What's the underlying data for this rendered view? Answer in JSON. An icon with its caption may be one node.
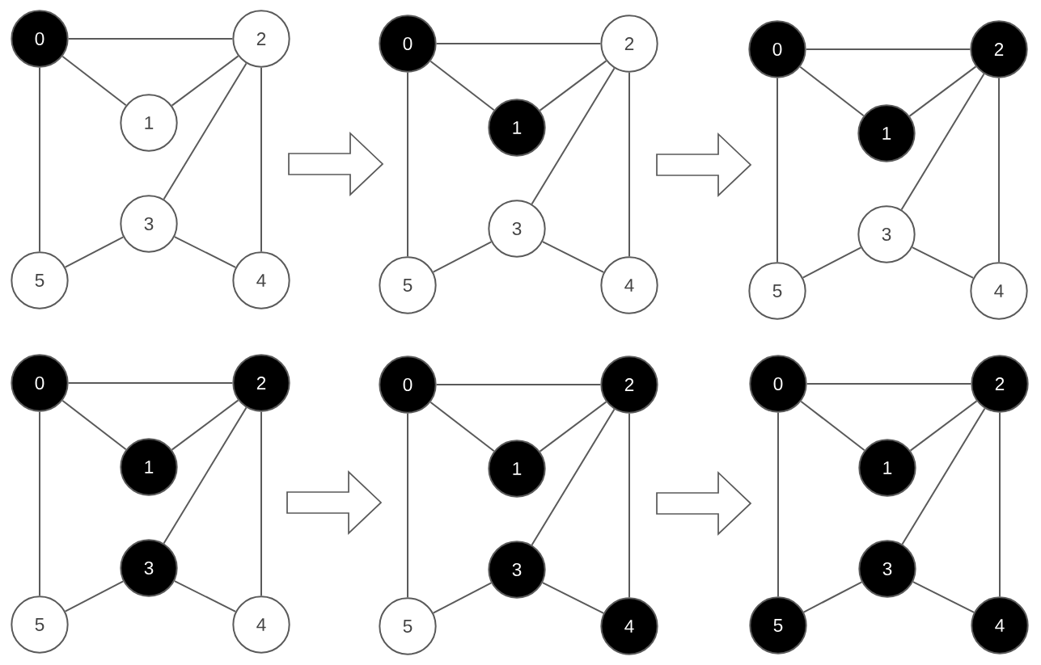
{
  "diagram": {
    "nodes": [
      {
        "text": [
          "0"
        ]
      },
      {
        "text": [
          "2"
        ]
      },
      {
        "text": [
          "1"
        ]
      },
      {
        "text": [
          "3"
        ]
      },
      {
        "text": [
          "5"
        ]
      },
      {
        "text": [
          "4"
        ]
      },
      {
        "text": [
          "0"
        ]
      },
      {
        "text": [
          "2"
        ]
      },
      {
        "text": [
          "1"
        ]
      },
      {
        "text": [
          "3"
        ]
      },
      {
        "text": [
          "5"
        ]
      },
      {
        "text": [
          "4"
        ]
      },
      {
        "text": [
          "0"
        ]
      },
      {
        "text": [
          "2"
        ]
      },
      {
        "text": [
          "1"
        ]
      },
      {
        "text": [
          "3"
        ]
      },
      {
        "text": [
          "5"
        ]
      },
      {
        "text": [
          "4"
        ]
      },
      {
        "text": [
          "0"
        ]
      },
      {
        "text": [
          "2"
        ]
      },
      {
        "text": [
          "1"
        ]
      },
      {
        "text": [
          "3"
        ]
      },
      {
        "text": [
          "5"
        ]
      },
      {
        "text": [
          "4"
        ]
      },
      {
        "text": [
          "0"
        ]
      },
      {
        "text": [
          "2"
        ]
      },
      {
        "text": [
          "1"
        ]
      },
      {
        "text": [
          "3"
        ]
      },
      {
        "text": [
          "5"
        ]
      },
      {
        "text": [
          "4"
        ]
      },
      {
        "text": [
          "0"
        ]
      },
      {
        "text": [
          "2"
        ]
      },
      {
        "text": [
          "1"
        ]
      },
      {
        "text": [
          "3"
        ]
      },
      {
        "text": [
          "5"
        ]
      },
      {
        "text": [
          "4"
        ]
      }
    ],
    "edges": [
      {
        "from": 0,
        "to": 1,
        "arrow": "none"
      },
      {
        "from": 0,
        "to": 2,
        "arrow": "none"
      },
      {
        "from": 2,
        "to": 1,
        "arrow": "none"
      },
      {
        "from": 0,
        "to": 4,
        "arrow": "none"
      },
      {
        "from": 1,
        "to": 3,
        "arrow": "none"
      },
      {
        "from": 1,
        "to": 5,
        "arrow": "none"
      },
      {
        "from": 3,
        "to": 4,
        "arrow": "none"
      },
      {
        "from": 3,
        "to": 5,
        "arrow": "none"
      },
      {
        "from": 6,
        "to": 7,
        "arrow": "none"
      },
      {
        "from": 6,
        "to": 8,
        "arrow": "none"
      },
      {
        "from": 8,
        "to": 7,
        "arrow": "none"
      },
      {
        "from": 6,
        "to": 10,
        "arrow": "none"
      },
      {
        "from": 7,
        "to": 9,
        "arrow": "none"
      },
      {
        "from": 7,
        "to": 11,
        "arrow": "none"
      },
      {
        "from": 9,
        "to": 10,
        "arrow": "none"
      },
      {
        "from": 9,
        "to": 11,
        "arrow": "none"
      },
      {
        "from": 12,
        "to": 13,
        "arrow": "none"
      },
      {
        "from": 12,
        "to": 14,
        "arrow": "none"
      },
      {
        "from": 14,
        "to": 13,
        "arrow": "none"
      },
      {
        "from": 12,
        "to": 16,
        "arrow": "none"
      },
      {
        "from": 13,
        "to": 15,
        "arrow": "none"
      },
      {
        "from": 13,
        "to": 17,
        "arrow": "none"
      },
      {
        "from": 15,
        "to": 16,
        "arrow": "none"
      },
      {
        "from": 15,
        "to": 17,
        "arrow": "none"
      },
      {
        "from": 18,
        "to": 19,
        "arrow": "none"
      },
      {
        "from": 18,
        "to": 20,
        "arrow": "none"
      },
      {
        "from": 20,
        "to": 19,
        "arrow": "none"
      },
      {
        "from": 18,
        "to": 22,
        "arrow": "none"
      },
      {
        "from": 19,
        "to": 21,
        "arrow": "none"
      },
      {
        "from": 19,
        "to": 23,
        "arrow": "none"
      },
      {
        "from": 21,
        "to": 22,
        "arrow": "none"
      },
      {
        "from": 21,
        "to": 23,
        "arrow": "none"
      },
      {
        "from": 24,
        "to": 25,
        "arrow": "none"
      },
      {
        "from": 24,
        "to": 26,
        "arrow": "none"
      },
      {
        "from": 26,
        "to": 25,
        "arrow": "none"
      },
      {
        "from": 24,
        "to": 28,
        "arrow": "none"
      },
      {
        "from": 25,
        "to": 27,
        "arrow": "none"
      },
      {
        "from": 25,
        "to": 29,
        "arrow": "none"
      },
      {
        "from": 27,
        "to": 28,
        "arrow": "none"
      },
      {
        "from": 27,
        "to": 29,
        "arrow": "none"
      },
      {
        "from": 30,
        "to": 31,
        "arrow": "none"
      },
      {
        "from": 30,
        "to": 32,
        "arrow": "none"
      },
      {
        "from": 32,
        "to": 31,
        "arrow": "none"
      },
      {
        "from": 30,
        "to": 34,
        "arrow": "none"
      },
      {
        "from": 31,
        "to": 33,
        "arrow": "none"
      },
      {
        "from": 31,
        "to": 35,
        "arrow": "none"
      },
      {
        "from": 33,
        "to": 34,
        "arrow": "none"
      },
      {
        "from": 33,
        "to": 35,
        "arrow": "none"
      }
    ]
  }
}
